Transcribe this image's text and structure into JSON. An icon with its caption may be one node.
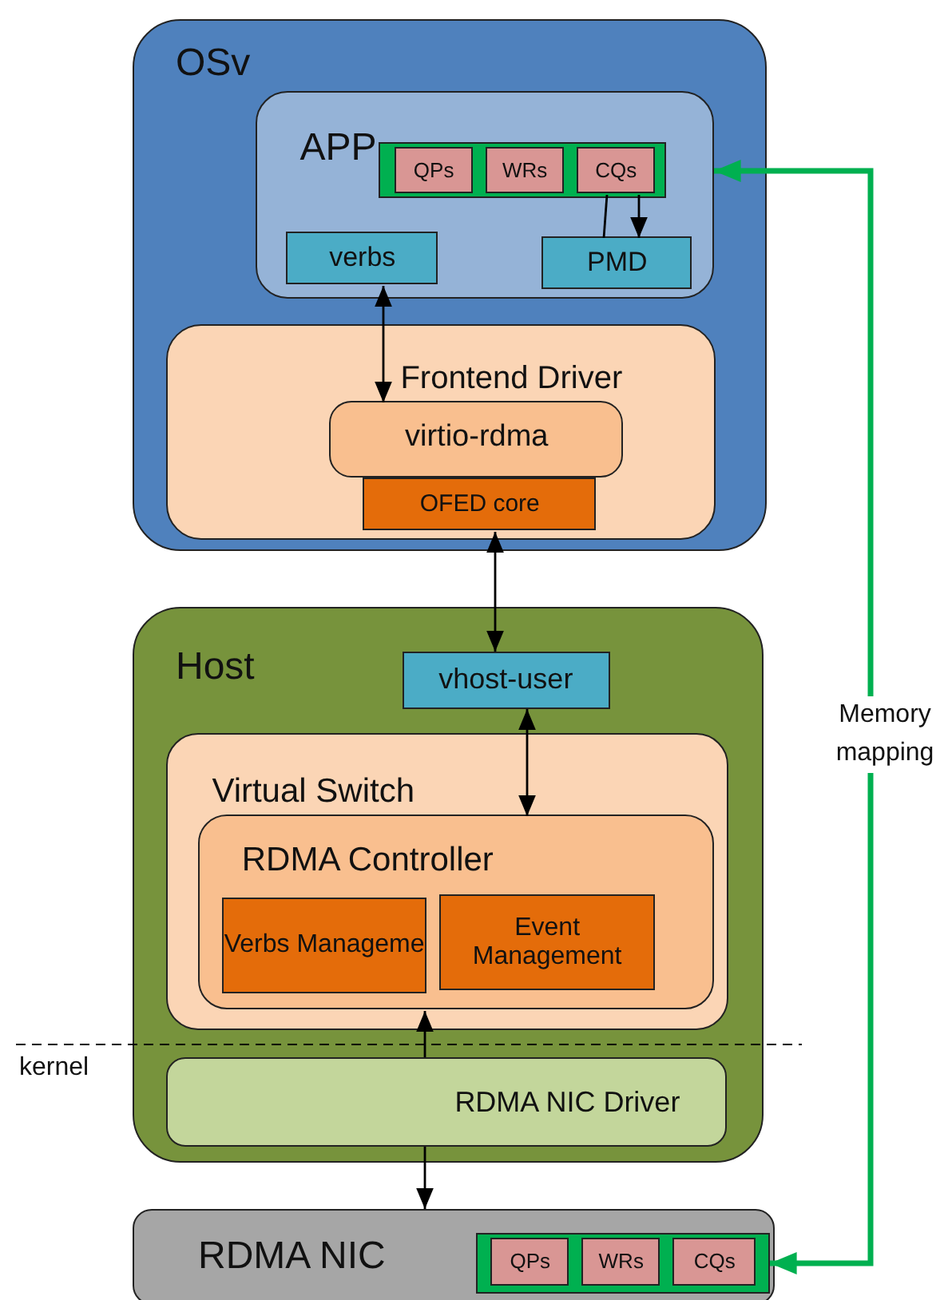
{
  "diagram": {
    "nodes": [
      {
        "text": [
          "OSv"
        ]
      },
      {
        "text": [
          "APP"
        ],
        "in": 0
      },
      {
        "text": [],
        "shape": "box",
        "in": 1
      },
      {
        "text": [
          "QPs"
        ],
        "in": 2
      },
      {
        "text": [
          "WRs"
        ],
        "in": 2
      },
      {
        "text": [
          "CQs"
        ],
        "in": 2
      },
      {
        "text": [
          "verbs"
        ],
        "in": 1
      },
      {
        "text": [
          "PMD"
        ],
        "in": 1
      },
      {
        "text": [
          "Frontend Driver"
        ],
        "in": 0
      },
      {
        "text": [
          "virtio-rdma"
        ],
        "in": 8
      },
      {
        "text": [
          "OFED core"
        ],
        "in": 8
      },
      {
        "text": [
          "Host"
        ]
      },
      {
        "text": [
          "vhost-user"
        ],
        "in": 11
      },
      {
        "text": [
          "Virtual Switch"
        ],
        "in": 11
      },
      {
        "text": [
          "RDMA Controller"
        ],
        "in": 13
      },
      {
        "text": [
          "Verbs Manageme"
        ],
        "in": 14
      },
      {
        "text": [
          "Event Management"
        ],
        "in": 14
      },
      {
        "text": [
          "RDMA NIC Driver"
        ],
        "in": 11
      },
      {
        "text": [
          "RDMA NIC"
        ]
      },
      {
        "text": [],
        "shape": "box",
        "in": 18
      },
      {
        "text": [
          "QPs"
        ],
        "in": 19
      },
      {
        "text": [
          "WRs"
        ],
        "in": 19
      },
      {
        "text": [
          "CQs"
        ],
        "in": 19
      }
    ],
    "edges": [
      {
        "from": 6,
        "to": 9,
        "arrow": "both"
      },
      {
        "from": 10,
        "to": 12,
        "arrow": "both"
      },
      {
        "from": 12,
        "to": 14,
        "arrow": "both"
      },
      {
        "from": 17,
        "to": 14,
        "arrow": "to"
      },
      {
        "from": 17,
        "to": 18,
        "arrow": "to"
      },
      {
        "from": 7,
        "to": 5,
        "arrow": "none"
      },
      {
        "from": 5,
        "to": 7,
        "arrow": "to"
      },
      {
        "from": 19,
        "to": 1,
        "arrow": "both",
        "label": "Memory mapping",
        "style": "thick",
        "color": "#00b050"
      }
    ],
    "labels": [
      "kernel"
    ]
  }
}
